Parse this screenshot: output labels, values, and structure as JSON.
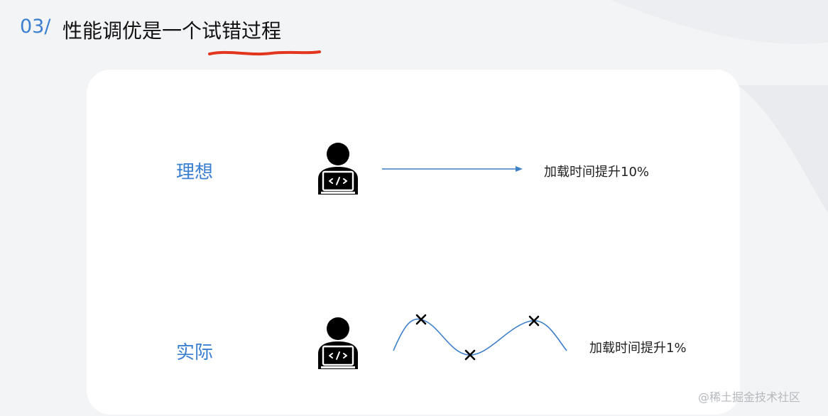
{
  "header": {
    "number": "03/",
    "title": "性能调优是一个试错过程"
  },
  "rows": {
    "ideal": {
      "label": "理想",
      "icon": "developer-laptop-icon",
      "result": "加载时间提升10%"
    },
    "actual": {
      "label": "实际",
      "icon": "developer-laptop-icon",
      "result": "加载时间提升1%"
    }
  },
  "watermark": "@稀土掘金技术社区",
  "colors": {
    "accent_blue": "#3b7fd0",
    "underline_red": "#e2371e",
    "line_blue": "#3d7fc9",
    "text_dark": "#111111",
    "card_bg": "#ffffff"
  }
}
